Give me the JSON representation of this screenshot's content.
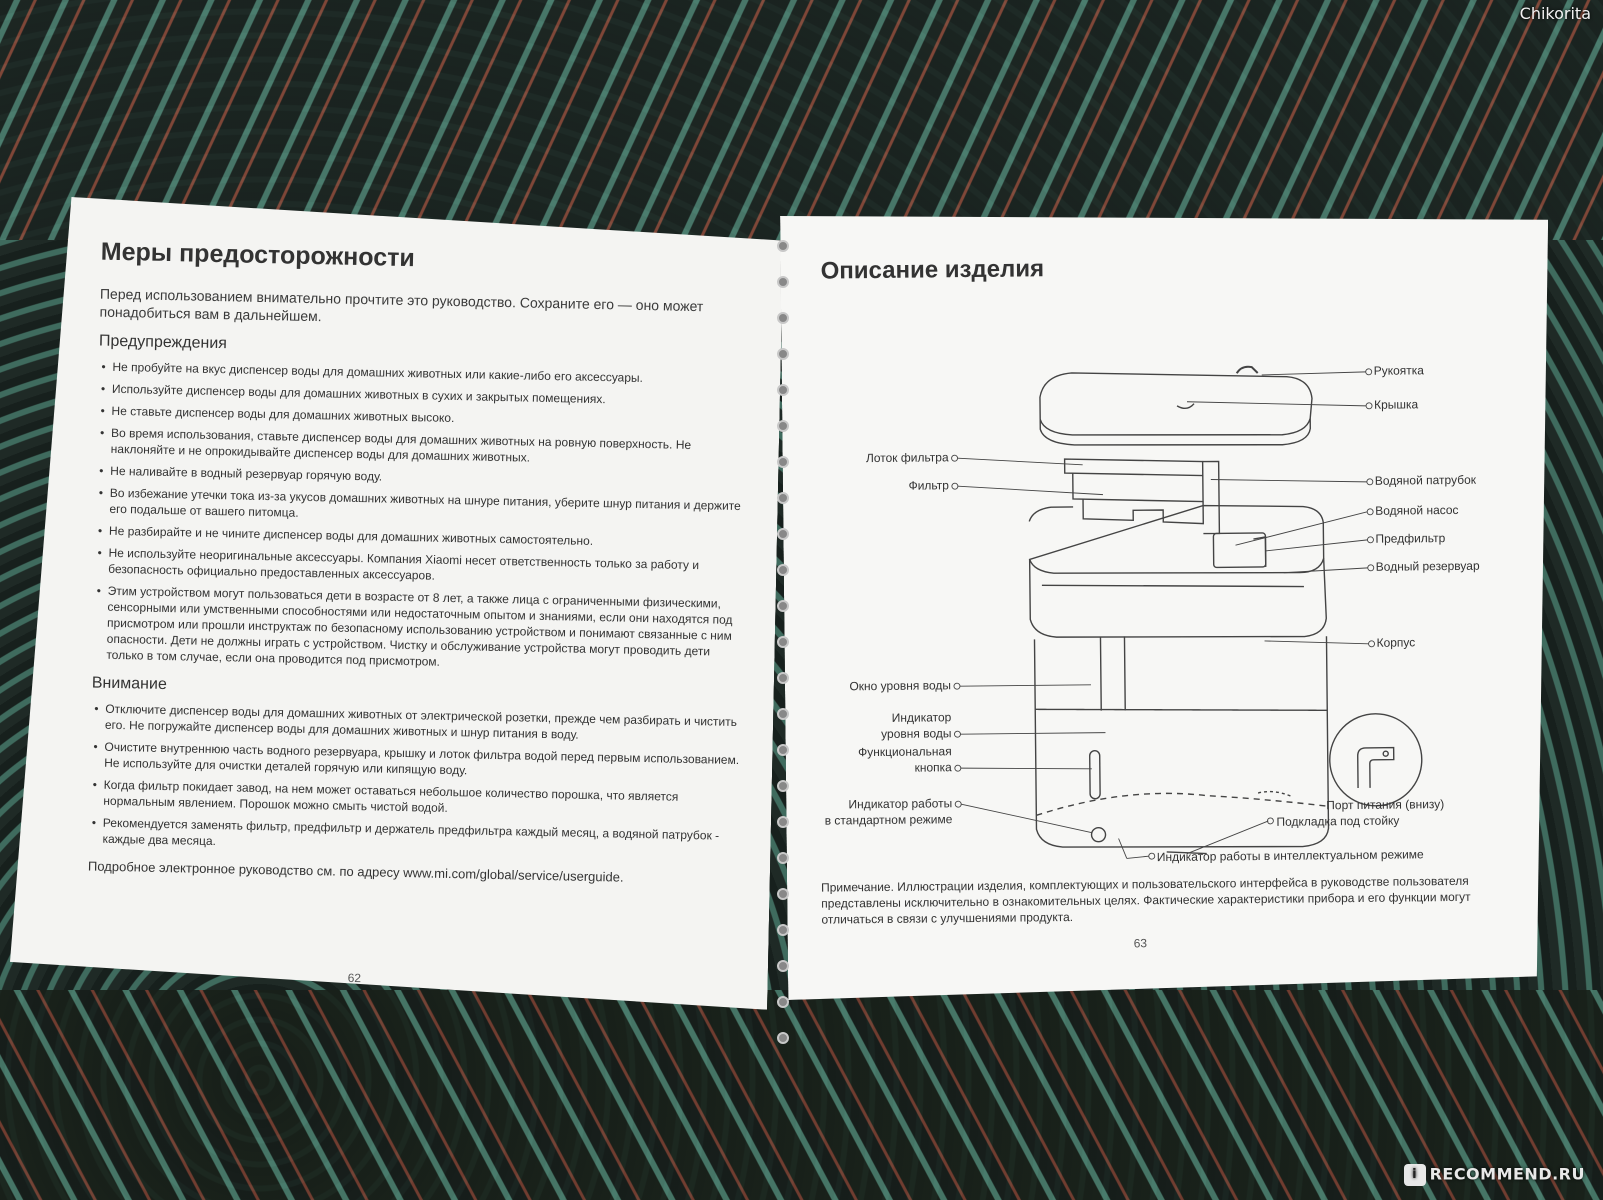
{
  "watermarks": {
    "top_right": "Chikorita",
    "bottom_right": "RECOMMEND.RU",
    "bottom_logo": "i"
  },
  "left_page": {
    "title": "Меры предосторожности",
    "intro": "Перед использованием внимательно прочтите это руководство. Сохраните его — оно может понадобиться вам в дальнейшем.",
    "warnings_heading": "Предупреждения",
    "warnings": [
      "Не пробуйте на вкус диспенсер воды для домашних животных или какие-либо его аксессуары.",
      "Используйте диспенсер воды для домашних животных в сухих и закрытых помещениях.",
      "Не ставьте диспенсер воды для домашних животных высоко.",
      "Во время использования, ставьте диспенсер воды для домашних животных на ровную поверхность. Не наклоняйте и не опрокидывайте диспенсер воды для домашних животных.",
      "Не наливайте в водный резервуар горячую воду.",
      "Во избежание утечки тока из-за укусов домашних животных на шнуре питания, уберите шнур питания и держите его подальше от вашего питомца.",
      "Не разбирайте и не чините диспенсер воды для домашних животных самостоятельно.",
      "Не используйте неоригинальные аксессуары. Компания Xiaomi несет ответственность только за работу и безопасность официально предоставленных аксессуаров.",
      "Этим устройством могут пользоваться дети в возрасте от 8 лет, а также лица с ограниченными физическими, сенсорными или умственными способностями или недостаточным опытом и знаниями, если они находятся под присмотром или прошли инструктаж по безопасному использованию устройством и понимают связанные с ним опасности. Дети не должны играть с устройством. Чистку и обслуживание устройства могут проводить дети только в том случае, если она проводится под присмотром."
    ],
    "attention_heading": "Внимание",
    "attention": [
      "Отключите диспенсер воды для домашних животных от электрической розетки, прежде чем разбирать и чистить его. Не погружайте диспенсер воды для домашних животных и шнур питания в воду.",
      "Очистите внутреннюю часть водного резервуара, крышку и лоток фильтра водой перед первым использованием. Не используйте для очистки деталей горячую или кипящую воду.",
      "Когда фильтр покидает завод, на нем может оставаться небольшое количество порошка, что является нормальным явлением. Порошок можно смыть чистой водой.",
      "Рекомендуется заменять фильтр, предфильтр и держатель предфильтра каждый месяц, а водяной патрубок - каждые два месяца."
    ],
    "footer": "Подробное электронное руководство см. по адресу www.mi.com/global/service/userguide.",
    "page_number": "62"
  },
  "right_page": {
    "title": "Описание изделия",
    "labels": {
      "handle": "Рукоятка",
      "lid": "Крышка",
      "filter_tray": "Лоток фильтра",
      "filter": "Фильтр",
      "water_spout": "Водяной патрубок",
      "water_pump": "Водяной насос",
      "prefilter": "Предфильтр",
      "water_tank": "Водный резервуар",
      "body": "Корпус",
      "water_level_window": "Окно уровня воды",
      "water_level_indicator_1": "Индикатор",
      "water_level_indicator_2": "уровня воды",
      "function_button_1": "Функциональная",
      "function_button_2": "кнопка",
      "standard_mode_indicator_1": "Индикатор работы",
      "standard_mode_indicator_2": "в стандартном режиме",
      "power_port": "Порт питания (внизу)",
      "stand_pad": "Подкладка под стойку",
      "smart_mode_indicator": "Индикатор работы в интеллектуальном режиме"
    },
    "note": "Примечание. Иллюстрации изделия, комплектующих и пользовательского интерфейса в руководстве пользователя представлены исключительно в ознакомительных целях. Фактические характеристики прибора и его функции могут отличаться в связи с улучшениями продукта.",
    "page_number": "63"
  }
}
